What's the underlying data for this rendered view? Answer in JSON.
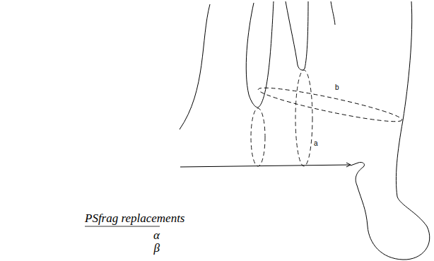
{
  "diagram": {
    "labels": [
      "b",
      "a",
      "PSfrag replacements",
      "α",
      "β"
    ]
  }
}
